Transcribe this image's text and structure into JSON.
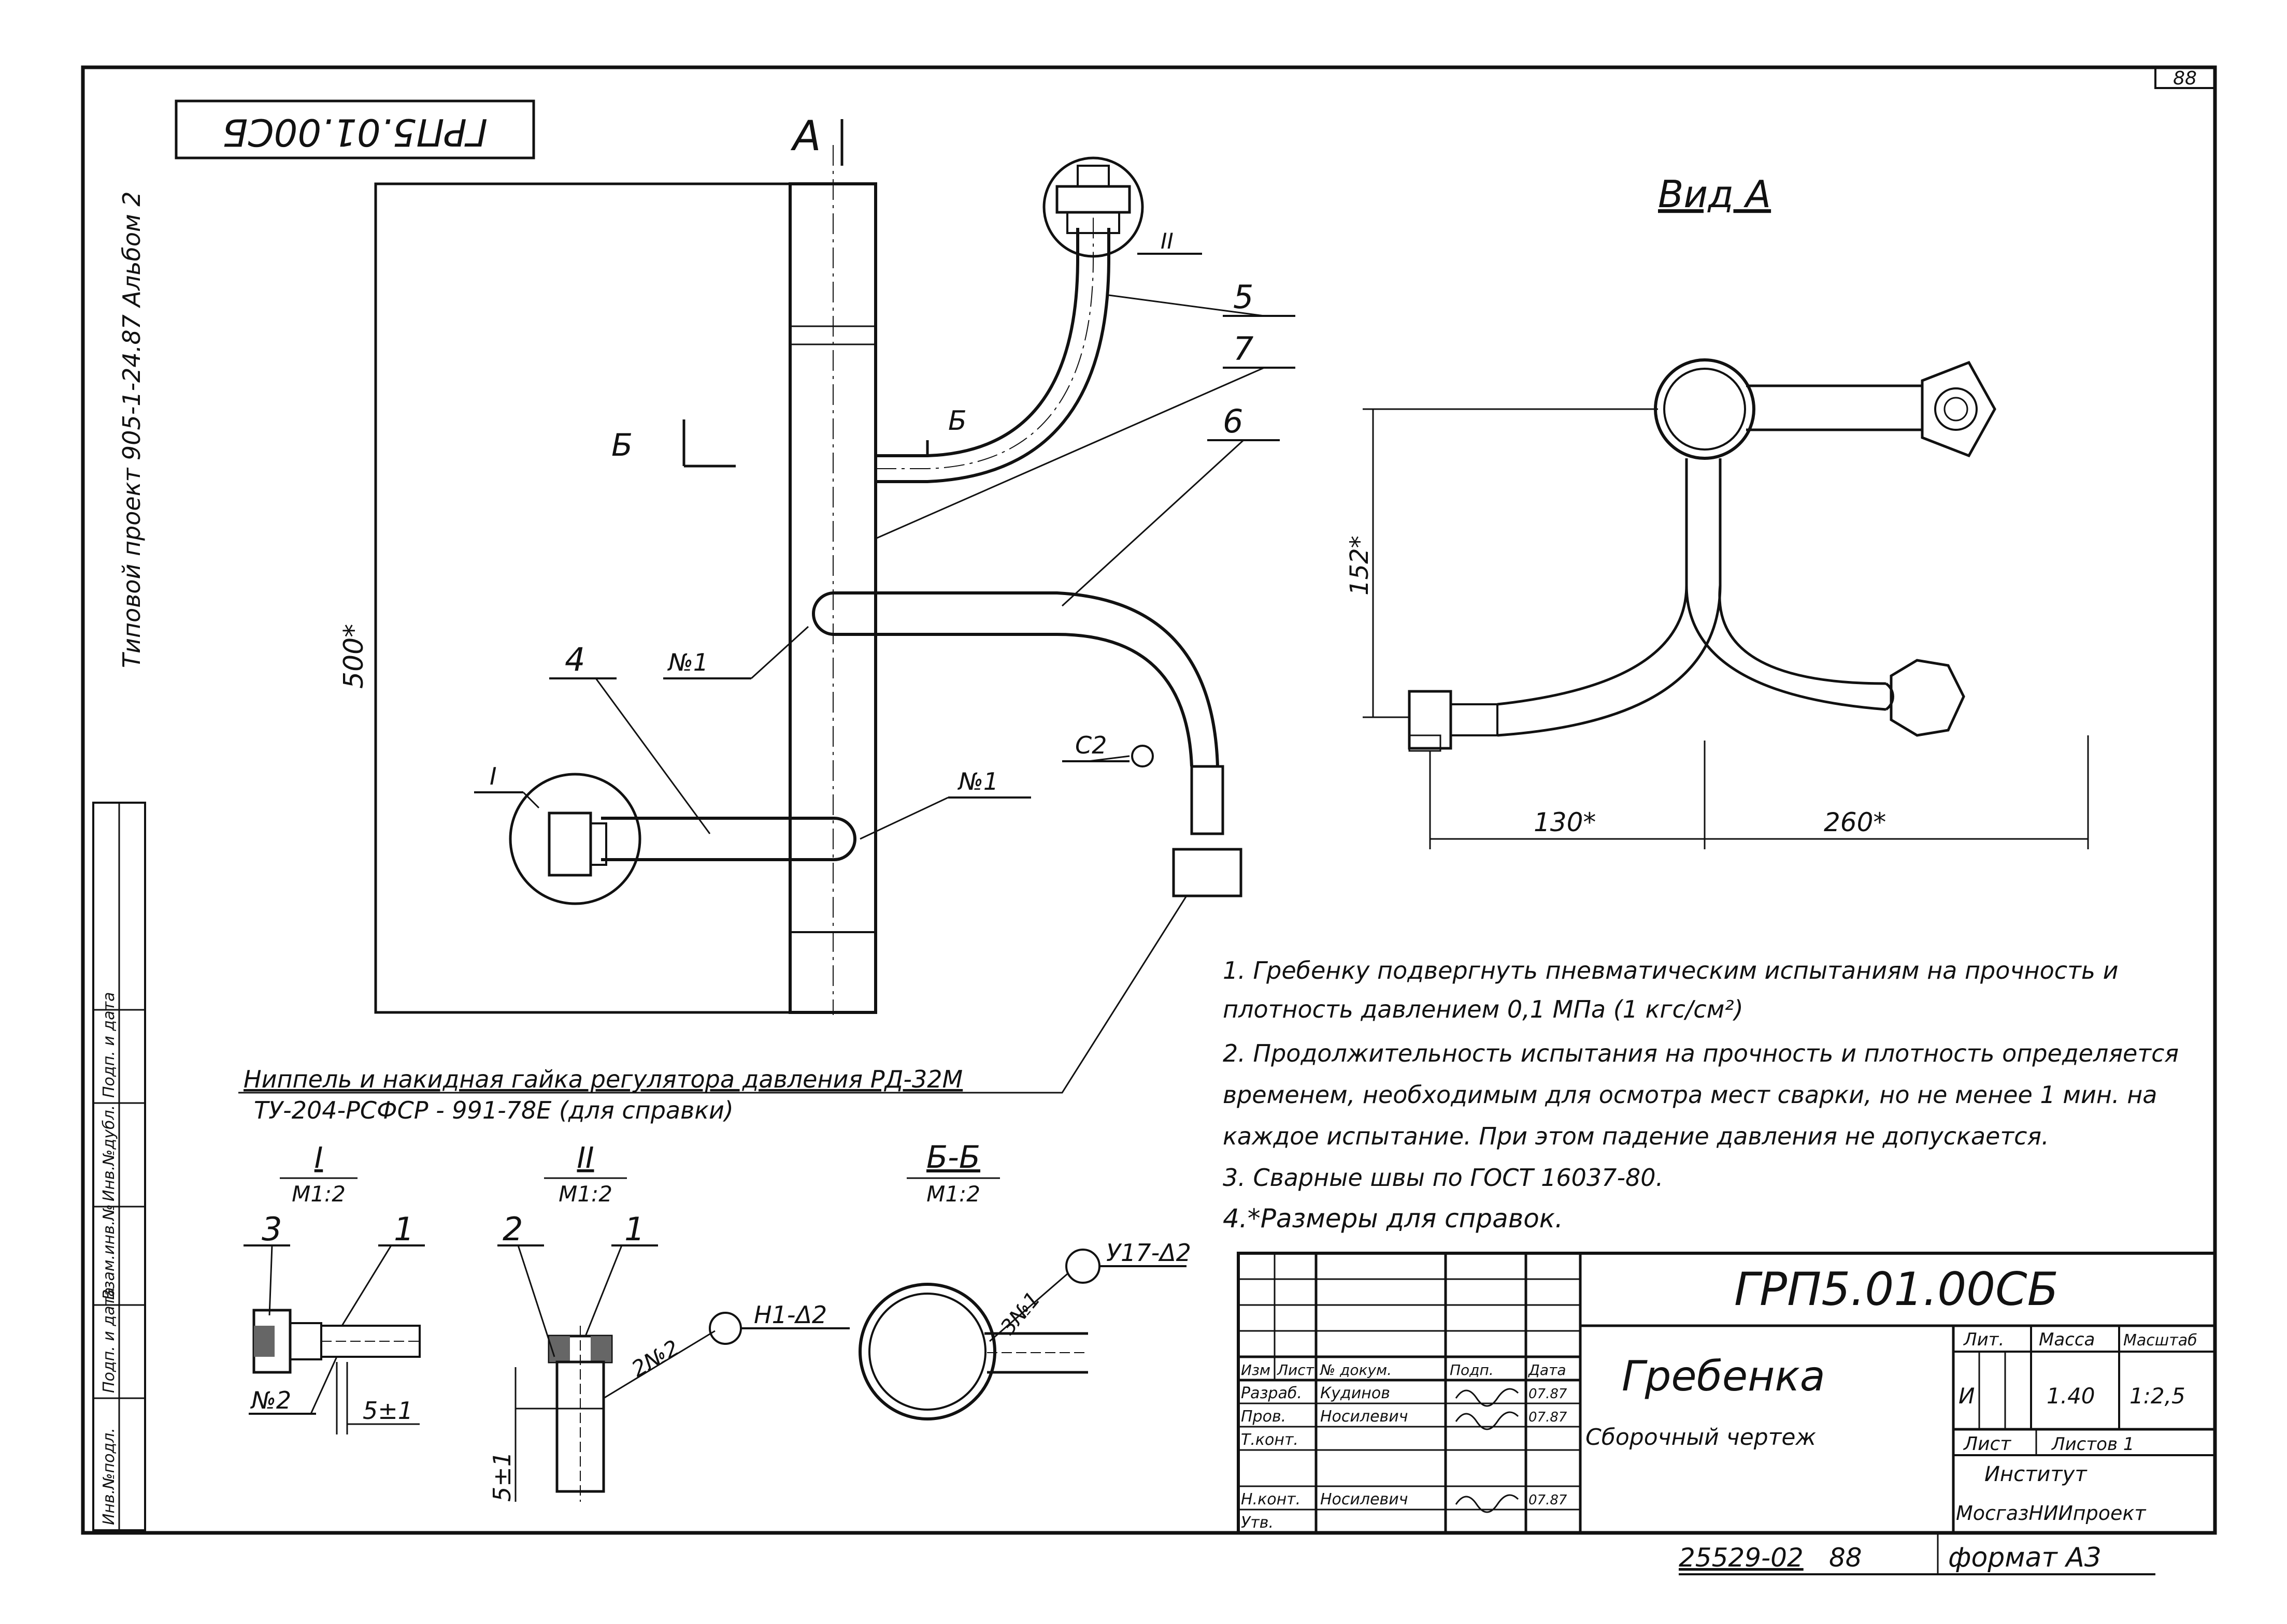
{
  "sheet": {
    "page_number": "88",
    "archive_number": "25529-02",
    "archive_page": "88",
    "format": "формат A3",
    "project_side": "Типовой проект 905-1-24.87   Альбом 2",
    "designation_top": "ГРП5.01.00СБ"
  },
  "side_stamp": [
    "Инв.№подл.",
    "Подп. и дата",
    "Взам.инв.№",
    "Инв.№дубл.",
    "Подп. и дата"
  ],
  "main_view": {
    "view_marker": "А",
    "section_marker": "Б",
    "dimension_height": "500*",
    "callouts": [
      "5",
      "7",
      "6",
      "4",
      "№1",
      "№1",
      "С2"
    ],
    "detail_markers": [
      "I",
      "II"
    ],
    "note_line1": "Ниппель и накидная гайка регулятора давления РД-32М",
    "note_line2": "ТУ-204-РСФСР - 991-78Е  (для справки)"
  },
  "view_a": {
    "title": "Вид А",
    "dim_height": "152*",
    "dim_left": "130*",
    "dim_right": "260*"
  },
  "details": {
    "d1": {
      "title": "I",
      "scale": "М1:2",
      "callouts": [
        "3",
        "1",
        "№2",
        "5±1"
      ]
    },
    "d2": {
      "title": "II",
      "scale": "М1:2",
      "callouts": [
        "2",
        "1",
        "2№2",
        "Н1-Δ2",
        "5±1"
      ]
    },
    "d3": {
      "title": "Б-Б",
      "scale": "М1:2",
      "callouts": [
        "3№1",
        "У17-Δ2"
      ]
    }
  },
  "notes": [
    "1. Гребенку подвергнуть пневматическим испытаниям на прочность и",
    "плотность давлением 0,1 МПа (1 кгс/см²)",
    "2. Продолжительность испытания на прочность и плотность определяется",
    "временем, необходимым для осмотра мест сварки, но не менее 1 мин. на",
    "каждое испытание. При этом падение давления не допускается.",
    "3. Сварные швы по ГОСТ 16037-80.",
    "4.*Размеры для справок."
  ],
  "title_block": {
    "designation": "ГРП5.01.00СБ",
    "name": "Гребенка",
    "doc_type": "Сборочный чертеж",
    "headers": [
      "Изм",
      "Лист",
      "№ докум.",
      "Подп.",
      "Дата"
    ],
    "rows": [
      {
        "role": "Разраб.",
        "name": "Кудинов",
        "date": "07.87"
      },
      {
        "role": "Пров.",
        "name": "Носилевич",
        "date": "07.87"
      },
      {
        "role": "Т.конт.",
        "name": "",
        "date": ""
      },
      {
        "role": "Н.конт.",
        "name": "Носилевич",
        "date": "07.87"
      },
      {
        "role": "Утв.",
        "name": "",
        "date": ""
      }
    ],
    "lit_label": "Лит.",
    "mass_label": "Масса",
    "scale_label": "Масштаб",
    "lit_value": "И",
    "mass_value": "1.40",
    "scale_value": "1:2,5",
    "sheet_label": "Лист",
    "sheets_label": "Листов 1",
    "org_line1": "Институт",
    "org_line2": "МосгазНИИпроект"
  }
}
